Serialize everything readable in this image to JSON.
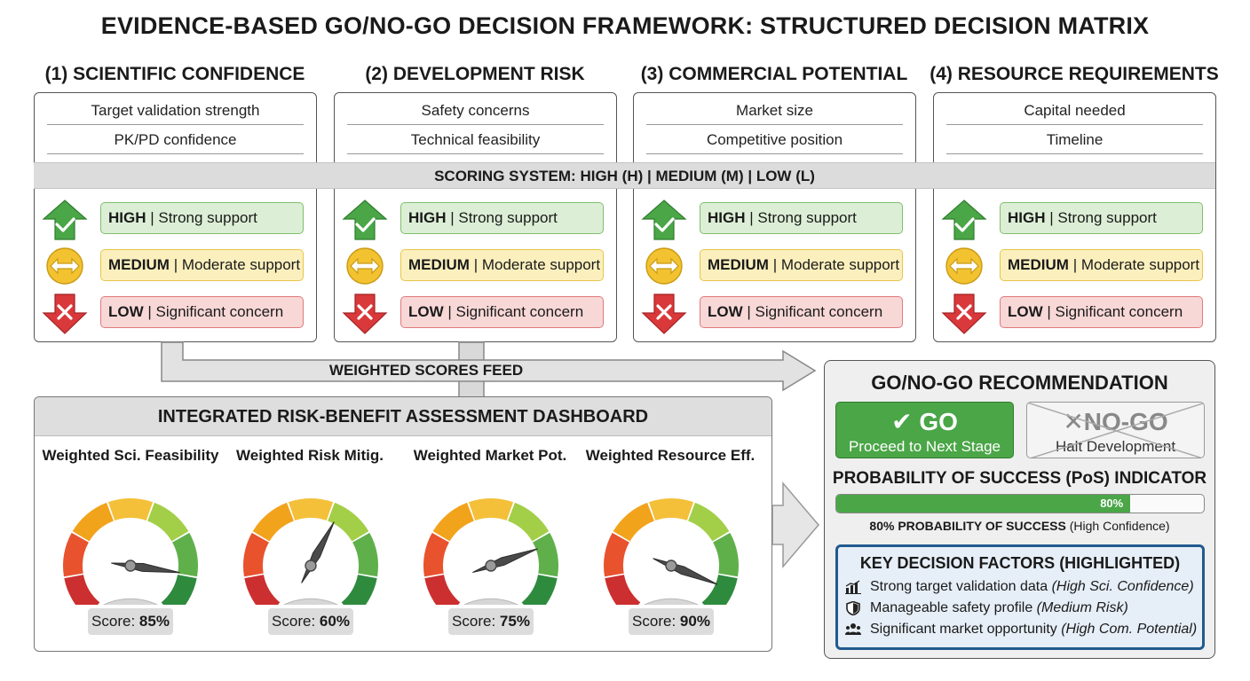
{
  "title": "EVIDENCE-BASED GO/NO-GO DECISION FRAMEWORK: STRUCTURED DECISION MATRIX",
  "pillars": [
    {
      "header": "(1) SCIENTIFIC CONFIDENCE",
      "criteria": [
        "Target validation strength",
        "PK/PD confidence"
      ]
    },
    {
      "header": "(2) DEVELOPMENT RISK",
      "criteria": [
        "Safety concerns",
        "Technical feasibility"
      ]
    },
    {
      "header": "(3) COMMERCIAL POTENTIAL",
      "criteria": [
        "Market size",
        "Competitive position"
      ]
    },
    {
      "header": "(4) RESOURCE REQUIREMENTS",
      "criteria": [
        "Capital needed",
        "Timeline"
      ]
    }
  ],
  "scoring_system": "SCORING SYSTEM: HIGH (H) | MEDIUM (M) | LOW (L)",
  "levels": [
    {
      "key": "HIGH",
      "desc": "| Strong support",
      "icon": "check-up-arrow-icon",
      "color": "#4aa647"
    },
    {
      "key": "MEDIUM",
      "desc": "| Moderate support",
      "icon": "bidirectional-arrow-icon",
      "color": "#f2c230"
    },
    {
      "key": "LOW",
      "desc": "| Significant concern",
      "icon": "x-down-arrow-icon",
      "color": "#d9393b"
    }
  ],
  "flow_label": "WEIGHTED SCORES FEED",
  "dashboard": {
    "title": "INTEGRATED RISK-BENEFIT ASSESSMENT DASHBOARD",
    "gauges": [
      {
        "label": "Weighted Sci. Feasibility",
        "score_prefix": "Score: ",
        "score_text": "85%",
        "score": 85
      },
      {
        "label": "Weighted Risk Mitig.",
        "score_prefix": "Score: ",
        "score_text": "60%",
        "score": 60
      },
      {
        "label": "Weighted Market Pot.",
        "score_prefix": "Score: ",
        "score_text": "75%",
        "score": 75
      },
      {
        "label": "Weighted Resource Eff.",
        "score_prefix": "Score: ",
        "score_text": "90%",
        "score": 90
      }
    ]
  },
  "recommendation": {
    "title": "GO/NO-GO RECOMMENDATION",
    "go_label": "GO",
    "go_sub": "Proceed to Next Stage",
    "nogo_label": "NO-GO",
    "nogo_sub": "Halt Development",
    "pos_title": "PROBABILITY OF SUCCESS (PoS) INDICATOR",
    "pos_value": 0.8,
    "pos_bar_label": "80%",
    "pos_caption_bold": "80% PROBABILITY OF SUCCESS",
    "pos_caption_rest": " (High Confidence)",
    "factors_title": "KEY DECISION FACTORS (HIGHLIGHTED)",
    "factors": [
      {
        "icon": "bar-chart-icon",
        "text": "Strong target validation data ",
        "qualifier": "(High Sci. Confidence)"
      },
      {
        "icon": "shield-icon",
        "text": "Manageable safety profile ",
        "qualifier": "(Medium Risk)"
      },
      {
        "icon": "people-icon",
        "text": "Significant market opportunity ",
        "qualifier": "(High Com. Potential)"
      }
    ]
  },
  "colors": {
    "go": "#4aa647",
    "medium": "#f2c230",
    "low": "#d9393b",
    "accent_blue": "#215a8e"
  }
}
